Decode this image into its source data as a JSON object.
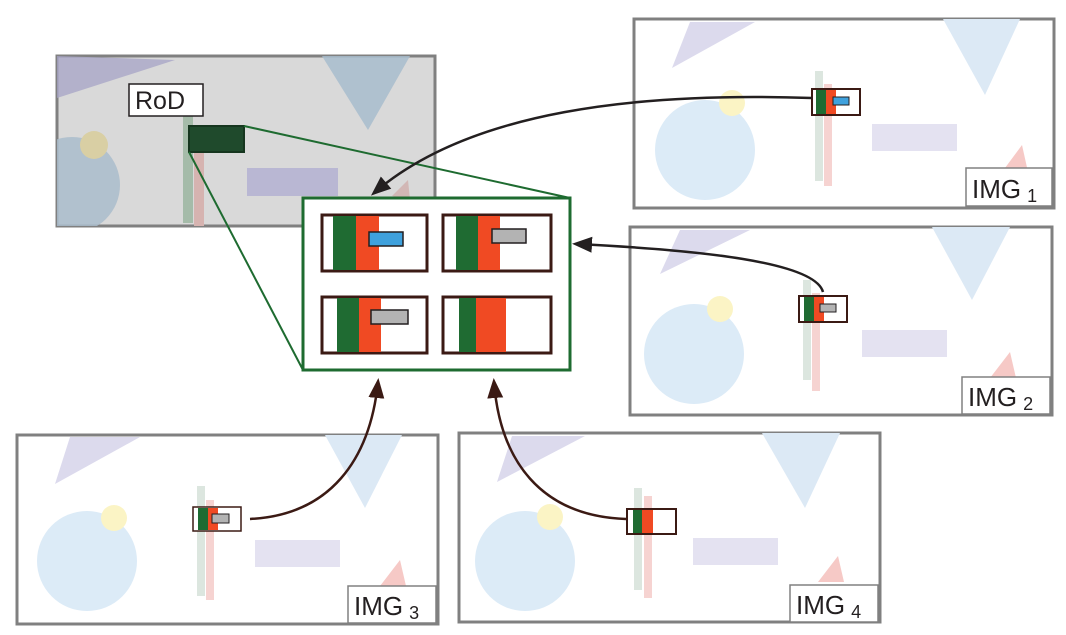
{
  "rod_label": "RoD",
  "images": [
    {
      "name": "IMG",
      "index": "1"
    },
    {
      "name": "IMG",
      "index": "2"
    },
    {
      "name": "IMG",
      "index": "3"
    },
    {
      "name": "IMG",
      "index": "4"
    }
  ],
  "colors": {
    "frame": "#808080",
    "rod_fill": "#d9d9d9",
    "zoom_frame": "#1e6b30",
    "patch_green": "#1f6b32",
    "patch_red": "#f04a23",
    "patch_blue": "#3fa1dd",
    "patch_gray": "#b3b3b3",
    "patch_outline": "#3b1a14",
    "arrow": "#231f20",
    "circle_fill": "#dcebf7",
    "sun_fill": "#fbf4c5",
    "triangle_fill": "#dce9f5",
    "purple_fill": "#dcdaed",
    "pink_fill": "#f6c9c6"
  }
}
